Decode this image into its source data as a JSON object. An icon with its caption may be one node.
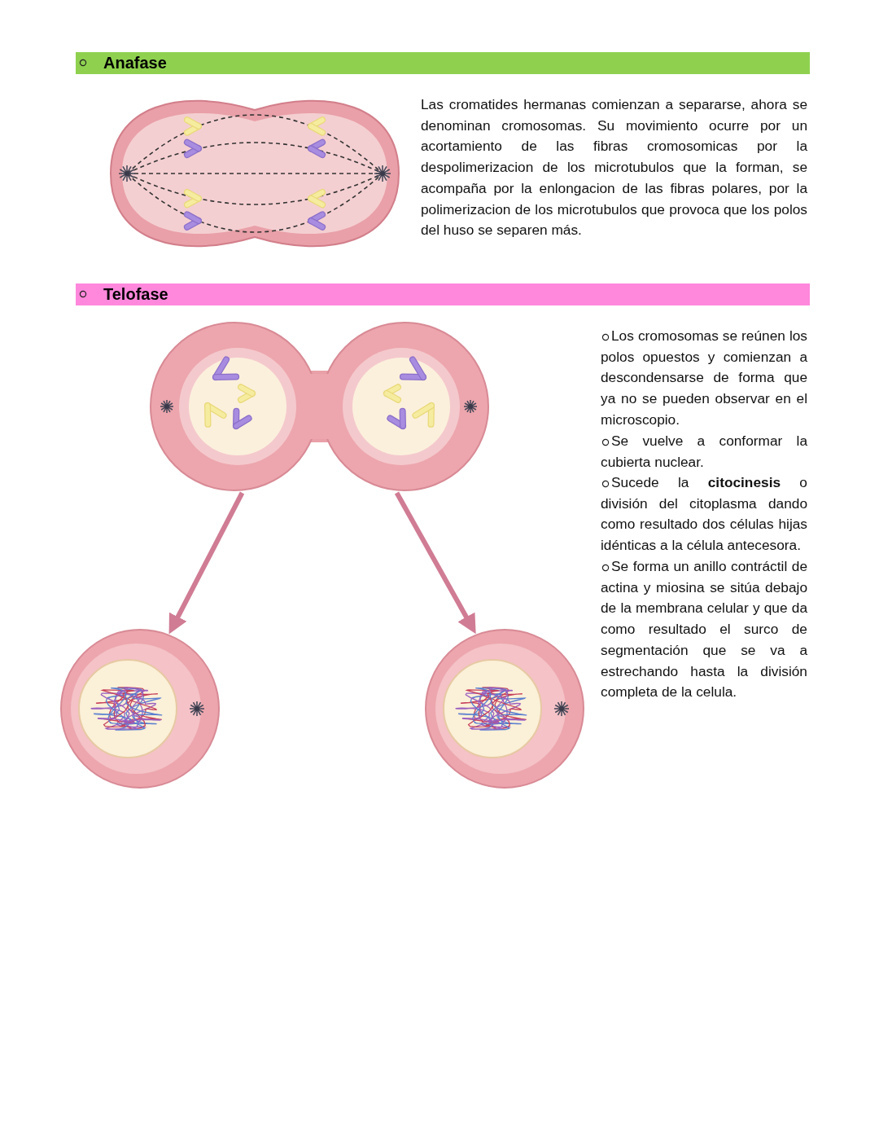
{
  "diagram": {
    "nodes": [
      {
        "text": [
          "Anafase"
        ]
      },
      {
        "text": [],
        "shape": "picture"
      },
      {
        "text": [
          "Telofase"
        ]
      },
      {
        "text": [],
        "shape": "picture"
      },
      {
        "text": [],
        "shape": "picture"
      },
      {
        "text": [],
        "shape": "picture"
      }
    ],
    "edges": [
      {
        "from": 3,
        "to": 4,
        "arrow": "to"
      },
      {
        "from": 3,
        "to": 5,
        "arrow": "to"
      }
    ],
    "labels": [
      "Las cromatides hermanas comienzan a separarse, ahora se denominan cromosomas. Su movimiento ocurre por un acortamiento de las fibras cromosomicas por la despolimerizacion de los microtubulos que la forman, se acompaña por la enlongacion de las fibras polares, por la polimerizacion de los microtubulos que provoca que los polos del huso se separen más.",
      "Los cromosomas se reúnen los polos opuestos y comienzan a descondensarse de forma que ya no se pueden observar en el microscopio.",
      "Se vuelve a conformar la cubierta nuclear.",
      "Sucede la **citocinesis** o división del citoplasma dando como resultado dos células hijas idénticas a la célula antecesora.",
      "Se forma un anillo contráctil de actina y miosina se sitúa debajo de la membrana celular y que da como resultado el surco de segmentación que se va a estrechando hasta la división completa de la celula."
    ]
  }
}
